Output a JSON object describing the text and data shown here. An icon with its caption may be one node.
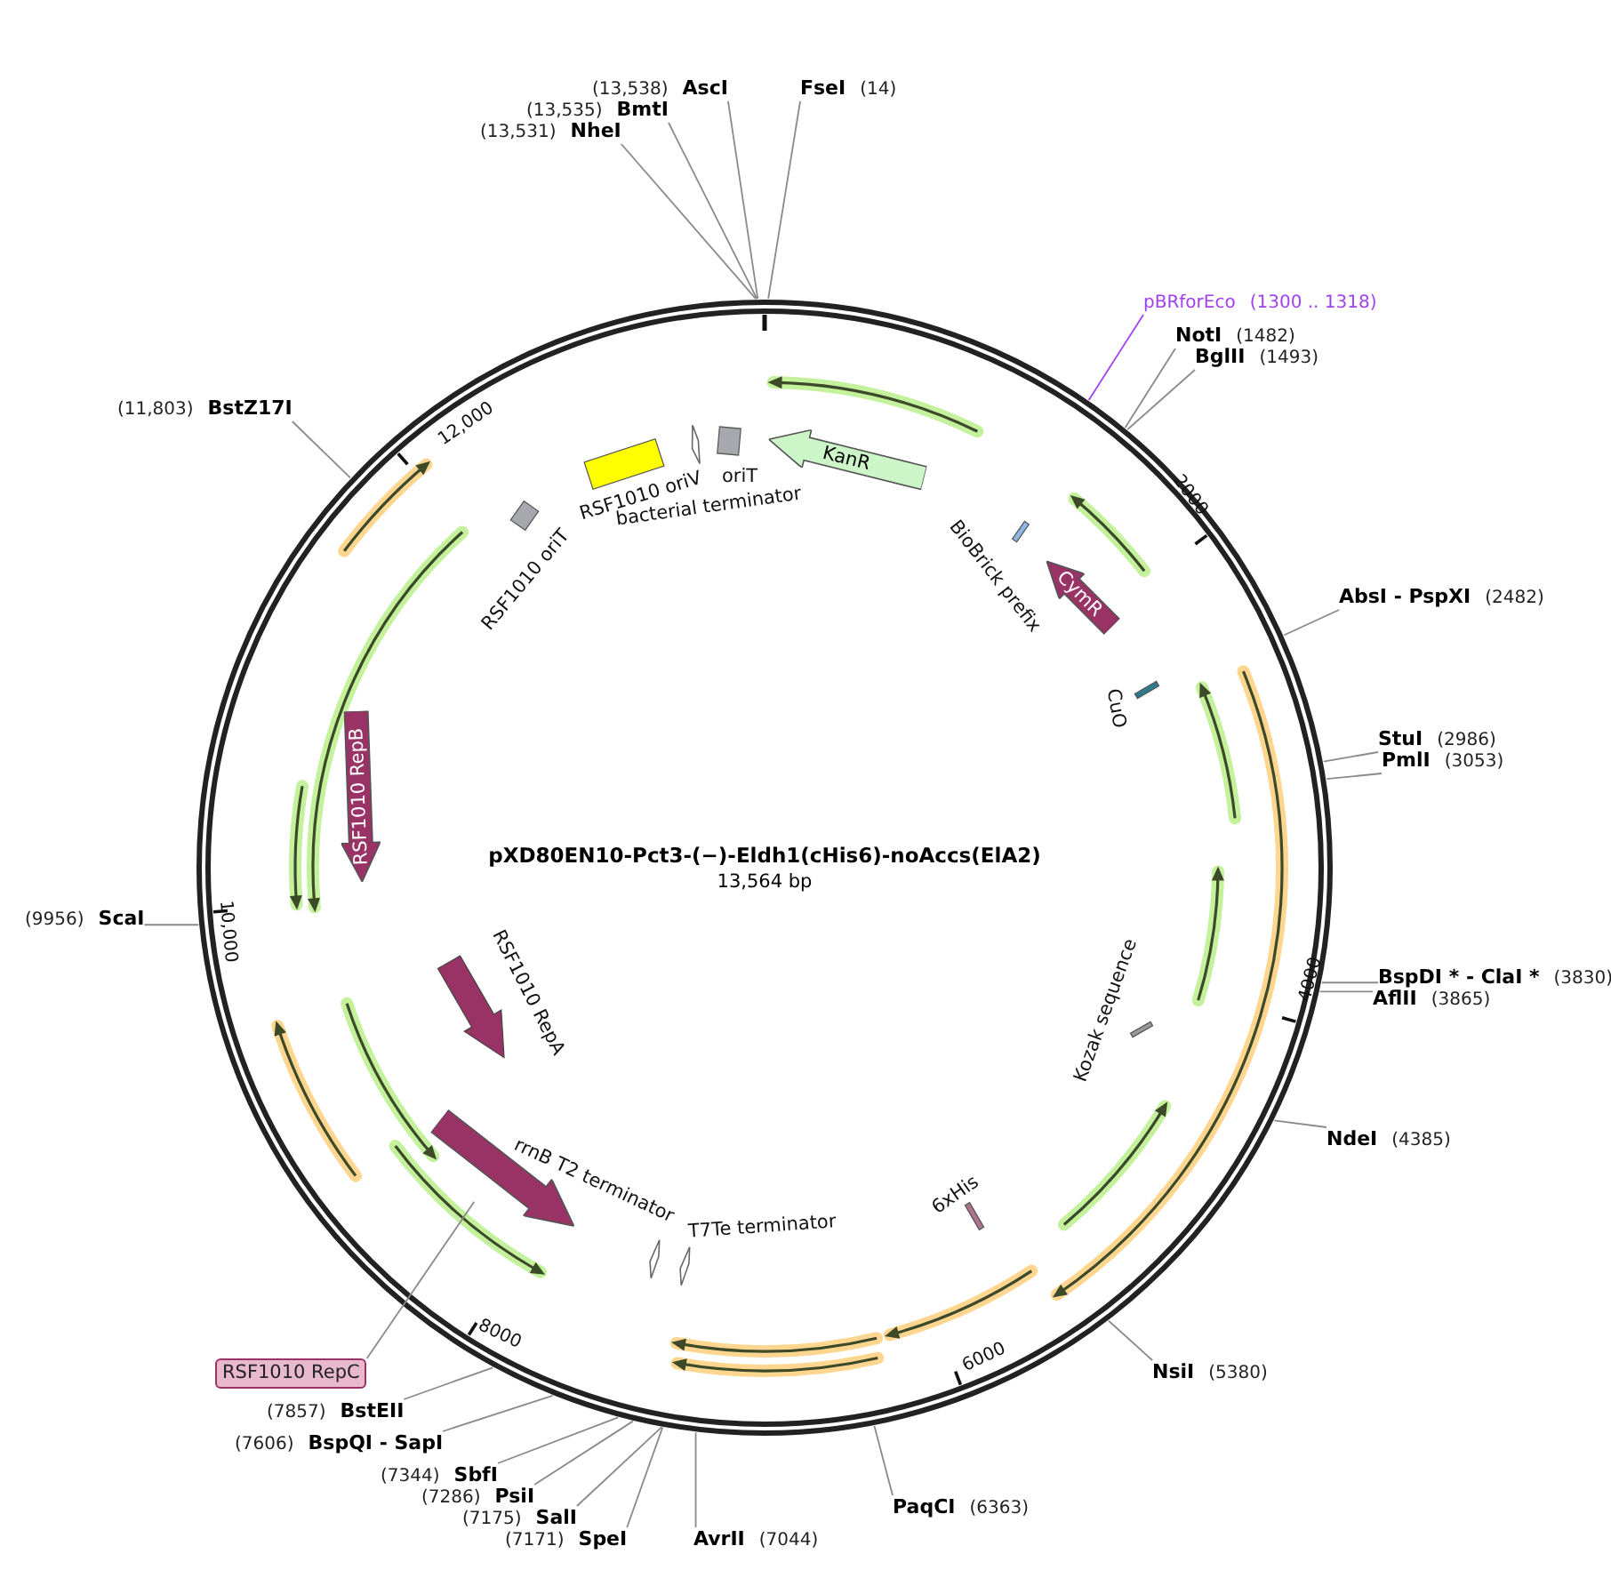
{
  "diagram": {
    "title": "pXD80EN10-Pct3-(−)-Eldh1(cHis6)-noAccs(ElA2)",
    "nodes": [
      {
        "text": [],
        "shape": "circle"
      },
      {
        "text": [
          "(13,538)",
          "AscI"
        ]
      },
      {
        "text": [
          "FseI",
          "(14)"
        ]
      },
      {
        "text": [
          "(13,535)",
          "BmtI"
        ]
      },
      {
        "text": [
          "(13,531)",
          "NheI"
        ]
      },
      {
        "text": [
          "pBRforEco",
          "(1300 .. 1318)"
        ]
      },
      {
        "text": [
          "NotI",
          "(1482)"
        ]
      },
      {
        "text": [
          "BglII",
          "(1493)"
        ]
      },
      {
        "text": [
          "(11,803)",
          "BstZ17I"
        ]
      },
      {
        "text": [
          "AbsI - PspXI",
          "(2482)"
        ]
      },
      {
        "text": [
          "StuI",
          "(2986)"
        ]
      },
      {
        "text": [
          "PmlI",
          "(3053)"
        ]
      },
      {
        "text": [
          "BspDI * - ClaI *",
          "(3830)"
        ]
      },
      {
        "text": [
          "AflII",
          "(3865)"
        ]
      },
      {
        "text": [
          "(9956)",
          "ScaI"
        ]
      },
      {
        "text": [
          "NdeI",
          "(4385)"
        ]
      },
      {
        "text": [
          "RSF1010 RepC"
        ]
      },
      {
        "text": [
          "(7857)",
          "BstEII"
        ]
      },
      {
        "text": [
          "NsiI",
          "(5380)"
        ]
      },
      {
        "text": [
          "(7606)",
          "BspQI - SapI"
        ]
      },
      {
        "text": [
          "(7344)",
          "SbfI"
        ]
      },
      {
        "text": [
          "(7286)",
          "PsiI"
        ]
      },
      {
        "text": [
          "(7175)",
          "SalI"
        ]
      },
      {
        "text": [
          "(7171)",
          "SpeI"
        ]
      },
      {
        "text": [
          "AvrII",
          "(7044)"
        ]
      },
      {
        "text": [
          "PaqCI",
          "(6363)"
        ]
      },
      {
        "text": [
          "KanR"
        ],
        "in": 0
      },
      {
        "text": [
          "oriT"
        ],
        "in": 0
      },
      {
        "text": [
          "RSF1010 oriV"
        ],
        "in": 0
      },
      {
        "text": [
          "bacterial terminator"
        ],
        "in": 0
      },
      {
        "text": [
          "RSF1010 oriT"
        ],
        "in": 0
      },
      {
        "text": [
          "BioBrick prefix"
        ],
        "in": 0
      },
      {
        "text": [
          "CymR"
        ],
        "in": 0
      },
      {
        "text": [
          "CuO"
        ],
        "in": 0
      },
      {
        "text": [
          "RSF1010 RepB"
        ],
        "in": 0
      },
      {
        "text": [
          "Kozak sequence"
        ],
        "in": 0
      },
      {
        "text": [
          "RSF1010 RepA"
        ],
        "in": 0
      },
      {
        "text": [
          "rrnB T2 terminator"
        ],
        "in": 0
      },
      {
        "text": [
          "T7Te terminator"
        ],
        "in": 0
      },
      {
        "text": [
          "6xHis"
        ],
        "in": 0
      },
      {
        "text": [],
        "shape": "arrow",
        "in": 0
      }
    ],
    "edges": [
      {
        "from": 1,
        "to": 0,
        "arrow": "none"
      },
      {
        "from": 2,
        "to": 0,
        "arrow": "none"
      },
      {
        "from": 3,
        "to": 0,
        "arrow": "none"
      },
      {
        "from": 4,
        "to": 0,
        "arrow": "none"
      },
      {
        "from": 5,
        "to": 0,
        "arrow": "none",
        "color": "#a040f0"
      },
      {
        "from": 6,
        "to": 0,
        "arrow": "none"
      },
      {
        "from": 7,
        "to": 0,
        "arrow": "none"
      },
      {
        "from": 8,
        "to": 0,
        "arrow": "none"
      },
      {
        "from": 9,
        "to": 0,
        "arrow": "none"
      },
      {
        "from": 10,
        "to": 0,
        "arrow": "none"
      },
      {
        "from": 11,
        "to": 0,
        "arrow": "none"
      },
      {
        "from": 12,
        "to": 0,
        "arrow": "none"
      },
      {
        "from": 13,
        "to": 0,
        "arrow": "none"
      },
      {
        "from": 14,
        "to": 0,
        "arrow": "none"
      },
      {
        "from": 15,
        "to": 0,
        "arrow": "none"
      },
      {
        "from": 16,
        "to": 40,
        "arrow": "none"
      },
      {
        "from": 17,
        "to": 0,
        "arrow": "none"
      },
      {
        "from": 18,
        "to": 0,
        "arrow": "none"
      },
      {
        "from": 19,
        "to": 0,
        "arrow": "none"
      },
      {
        "from": 20,
        "to": 0,
        "arrow": "none"
      },
      {
        "from": 21,
        "to": 0,
        "arrow": "none"
      },
      {
        "from": 22,
        "to": 0,
        "arrow": "none"
      },
      {
        "from": 23,
        "to": 0,
        "arrow": "none"
      },
      {
        "from": 24,
        "to": 0,
        "arrow": "none"
      },
      {
        "from": 25,
        "to": 0,
        "arrow": "none"
      }
    ],
    "labels": [
      "13,564 bp",
      "2000",
      "4000",
      "6000",
      "8000",
      "10,000",
      "12,000"
    ]
  }
}
